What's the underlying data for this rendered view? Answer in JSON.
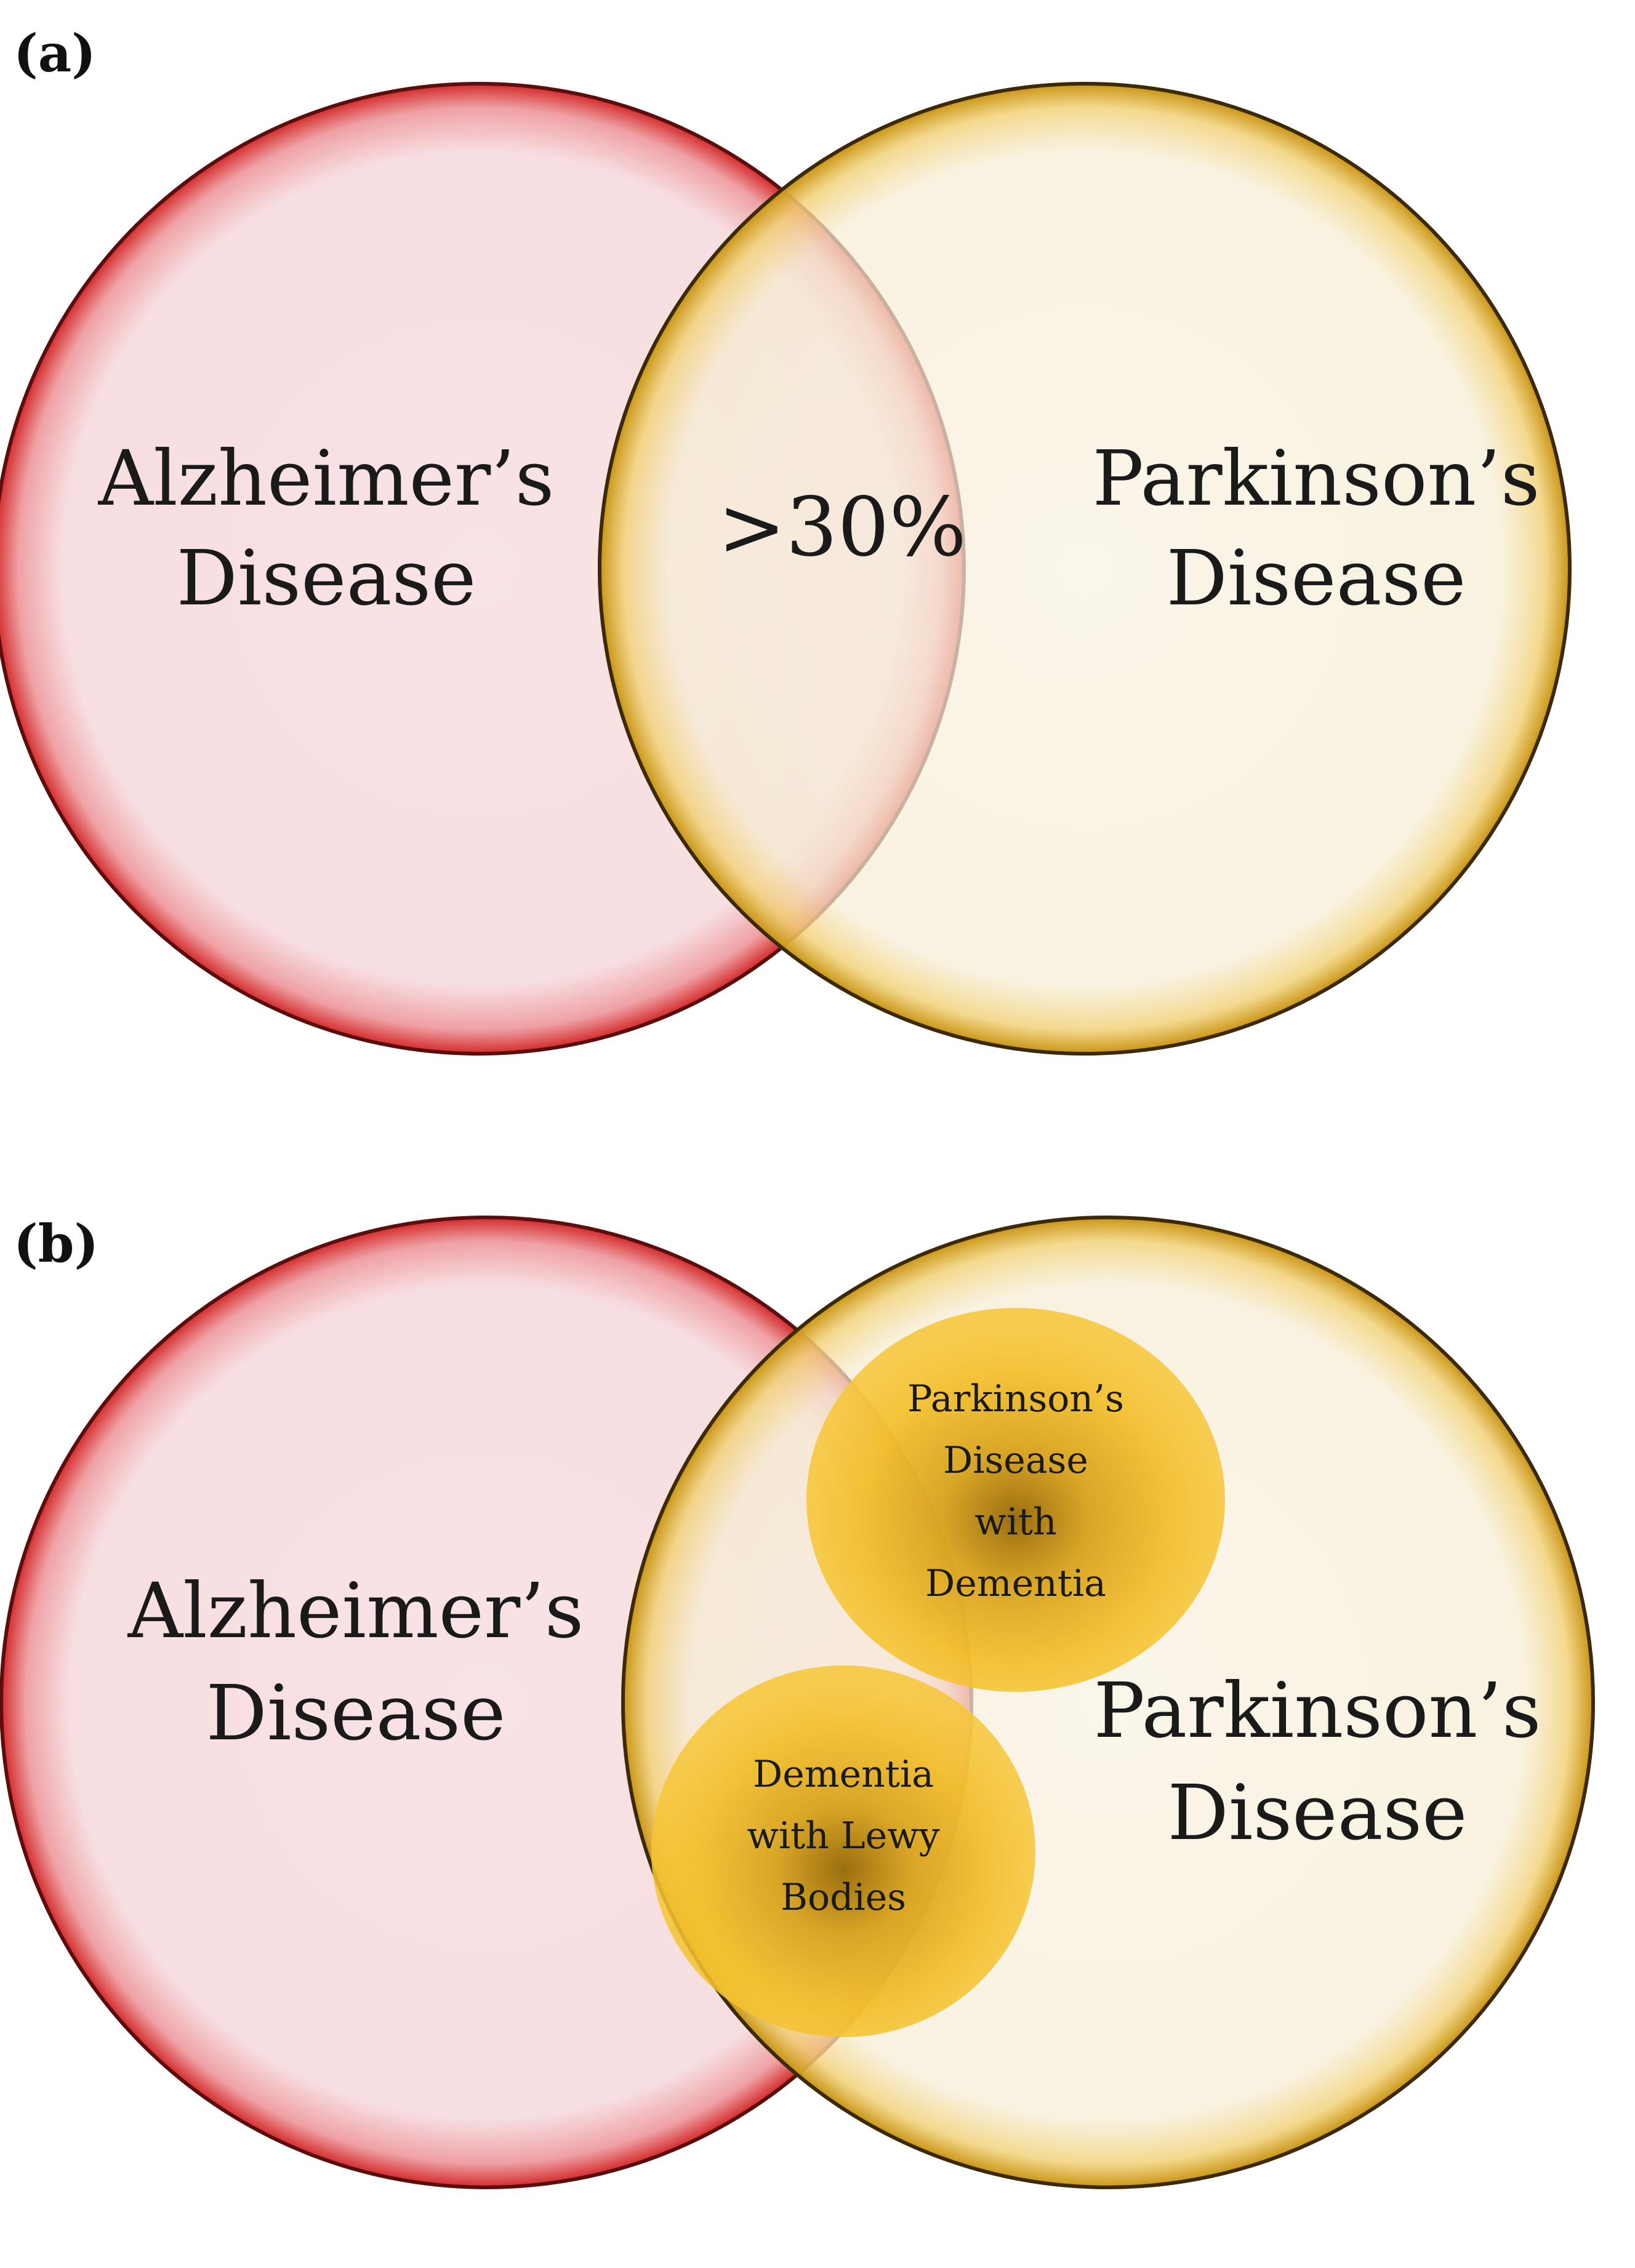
{
  "panels": [
    {
      "label": "(a)",
      "left_set": {
        "lines": [
          "Alzheimer’s",
          "Disease"
        ],
        "color": "#c81e1e",
        "fill": "#f6d9dc"
      },
      "right_set": {
        "lines": [
          "Parkinson’s",
          "Disease"
        ],
        "color": "#b88a12",
        "fill": "#f6f0dc"
      },
      "overlap_label": ">30%"
    },
    {
      "label": "(b)",
      "left_set": {
        "lines": [
          "Alzheimer’s",
          "Disease"
        ],
        "color": "#c81e1e",
        "fill": "#f6d9dc"
      },
      "right_set": {
        "lines": [
          "Parkinson’s",
          "Disease"
        ],
        "color": "#b88a12",
        "fill": "#f6f0dc"
      },
      "subsets": [
        {
          "lines": [
            "Parkinson’s",
            "Disease",
            "with",
            "Dementia"
          ],
          "color": "#f3b81c"
        },
        {
          "lines": [
            "Dementia",
            "with Lewy",
            "Bodies"
          ],
          "color": "#f3b81c"
        }
      ]
    }
  ]
}
